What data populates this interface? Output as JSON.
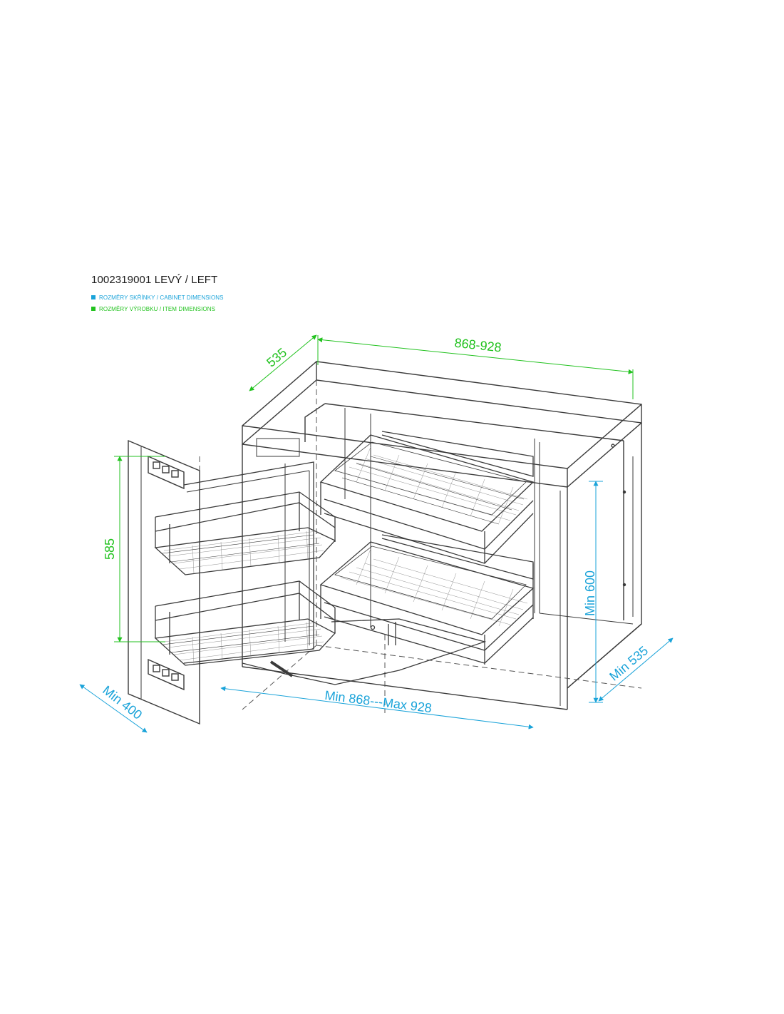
{
  "header": {
    "title": "1002319001 LEVÝ / LEFT",
    "legend": [
      {
        "label": "ROZMĚRY SKŘÍNKY / CABINET DIMENSIONS",
        "color": "#1aa3d9"
      },
      {
        "label": "ROZMĚRY VÝROBKU / ITEM DIMENSIONS",
        "color": "#22c21f"
      }
    ]
  },
  "colors": {
    "cabinet": "#1aa3d9",
    "item": "#22c21f",
    "line": "#3a3a3a",
    "hidden": "#555555"
  },
  "dimensions": {
    "item_width": "868-928",
    "item_depth": "535",
    "item_height": "585",
    "cabinet_width": "Min 868---Max 928",
    "cabinet_depth": "Min 535",
    "cabinet_height": "Min 600",
    "door_width": "Min 400"
  }
}
